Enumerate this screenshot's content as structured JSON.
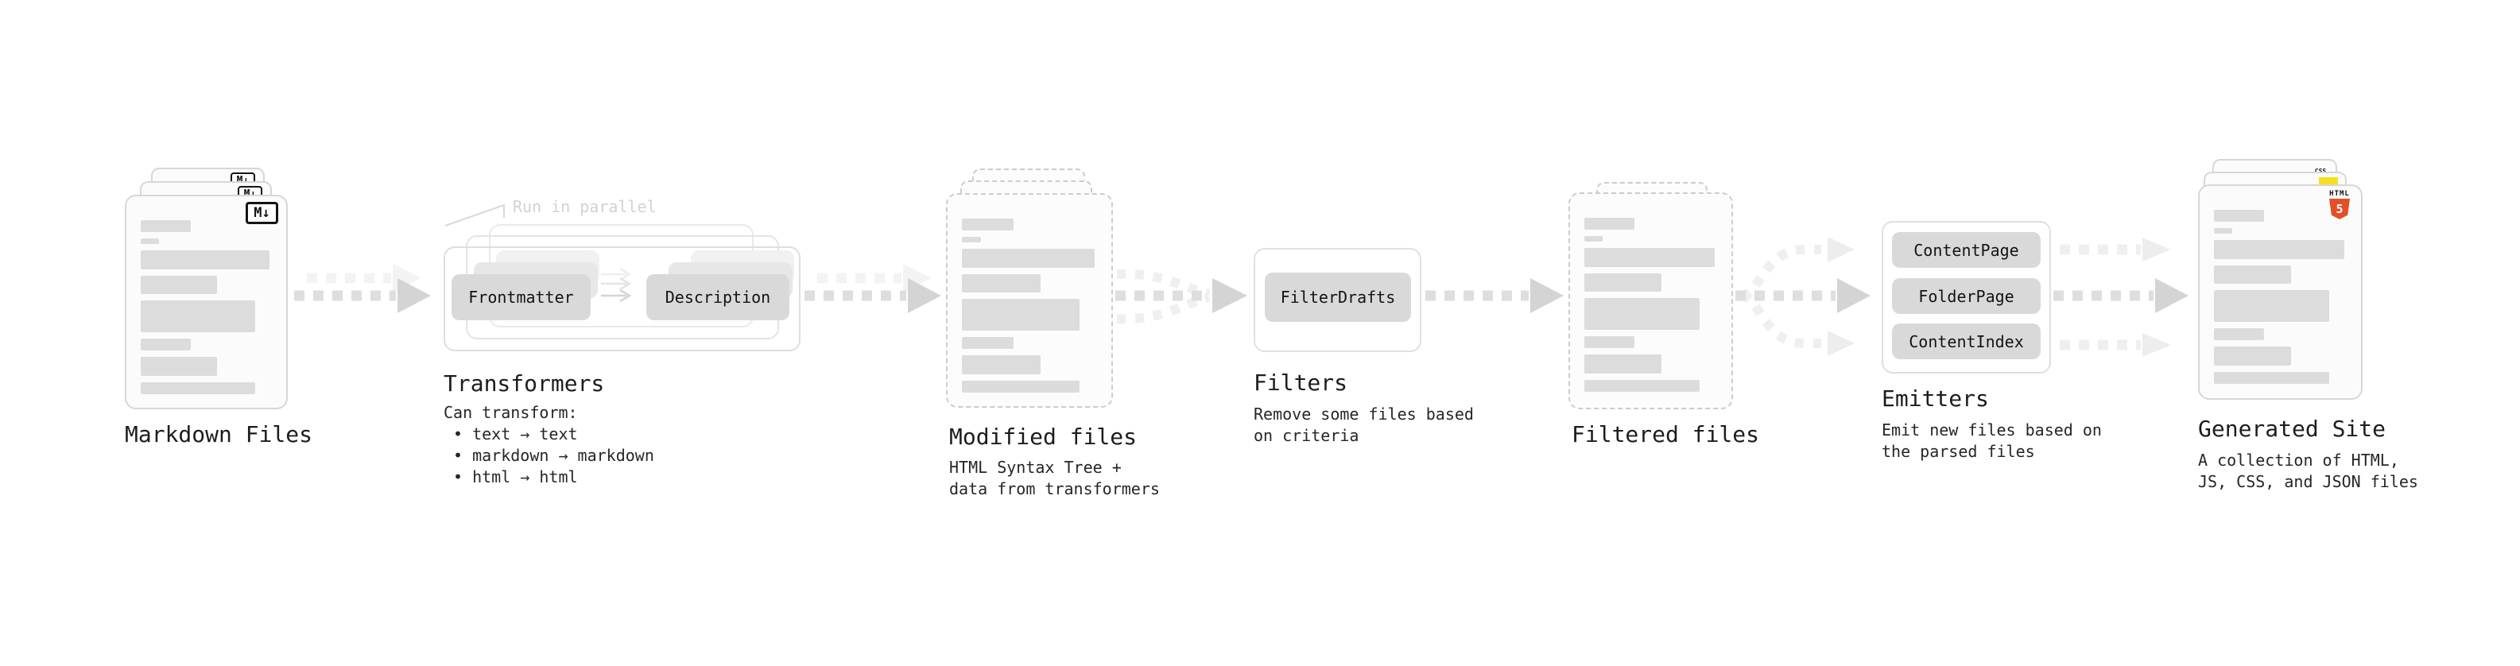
{
  "colors": {
    "html5_orange": "#e34f26",
    "js_yellow": "#f7df1e",
    "css_blue": "#2965f1",
    "node_gray": "#d9d9d9",
    "arrow_gray": "#dedede"
  },
  "stages": {
    "markdown_files": {
      "title": "Markdown Files",
      "icon_text": "M↓"
    },
    "transformers": {
      "title": "Transformers",
      "note": "Run in parallel",
      "buttons": [
        "Frontmatter",
        "Description"
      ],
      "description": "Can transform:",
      "bullets": [
        "text → text",
        "markdown → markdown",
        "html → html"
      ]
    },
    "modified_files": {
      "title": "Modified files",
      "description_lines": [
        "HTML Syntax Tree +",
        "data from transformers"
      ]
    },
    "filters": {
      "title": "Filters",
      "buttons": [
        "FilterDrafts"
      ],
      "description_lines": [
        "Remove some files based",
        "on criteria"
      ]
    },
    "filtered_files": {
      "title": "Filtered files"
    },
    "emitters": {
      "title": "Emitters",
      "buttons": [
        "ContentPage",
        "FolderPage",
        "ContentIndex"
      ],
      "description_lines": [
        "Emit new files based on",
        "the parsed files"
      ]
    },
    "generated_site": {
      "title": "Generated Site",
      "description_lines": [
        "A collection of HTML,",
        "JS, CSS, and JSON files"
      ],
      "badges": {
        "html_word": "HTML",
        "html_number": "5",
        "css_word": "CSS"
      }
    }
  }
}
